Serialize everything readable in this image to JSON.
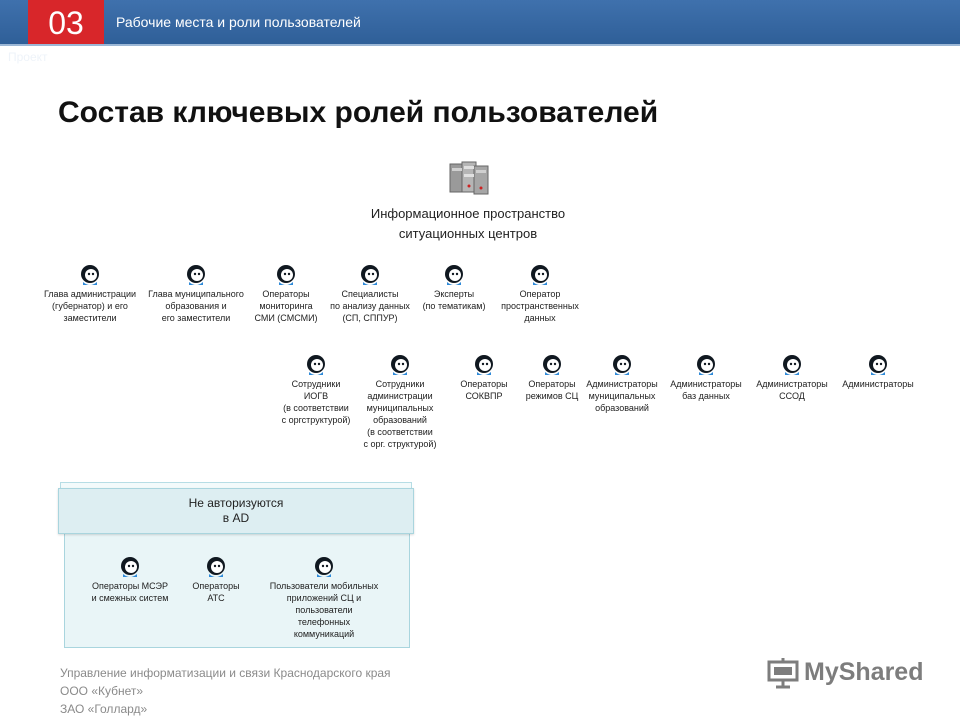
{
  "header": {
    "section_number": "03",
    "section_title": "Рабочие места и роли пользователей",
    "ghost_text": "Проект"
  },
  "slide": {
    "title": "Состав ключевых ролей пользователей",
    "root": {
      "icon": "server-icon",
      "label": "Информационное пространство\nситуационных центров"
    }
  },
  "roles_row1": [
    {
      "label": "Глава администрации\n(губернатор) и его\nзаместители",
      "icon": "user-icon"
    },
    {
      "label": "Глава муниципального\nобразования и\nего заместители",
      "icon": "user-icon"
    },
    {
      "label": "Операторы\nмониторинга\nСМИ (СМСМИ)",
      "icon": "user-icon"
    },
    {
      "label": "Специалисты\nпо анализу данных\n(СП, СППУР)",
      "icon": "user-icon"
    },
    {
      "label": "Эксперты\n(по тематикам)",
      "icon": "user-icon"
    },
    {
      "label": "Оператор\nпространственных\nданных",
      "icon": "user-icon"
    }
  ],
  "roles_row2": [
    {
      "label": "Сотрудники\nИОГВ\n(в соответствии\nс оргструктурой)",
      "icon": "user-icon"
    },
    {
      "label": "Сотрудники\nадминистрации\nмуниципальных\nобразований\n(в соответствии\nс орг. структурой)",
      "icon": "user-icon"
    },
    {
      "label": "Операторы\nСОКВПР",
      "icon": "user-icon"
    },
    {
      "label": "Операторы\nрежимов СЦ",
      "icon": "user-icon"
    },
    {
      "label": "Администраторы\nмуниципальных\nобразований",
      "icon": "user-icon"
    },
    {
      "label": "Администраторы\nбаз данных",
      "icon": "user-icon"
    },
    {
      "label": "Администраторы\nССОД",
      "icon": "user-icon"
    },
    {
      "label": "Администраторы",
      "icon": "user-icon"
    }
  ],
  "no_ad_group": {
    "title": "Не авторизуются\nв AD",
    "roles": [
      {
        "label": "Операторы МСЭР\nи смежных систем",
        "icon": "user-icon"
      },
      {
        "label": "Операторы\nАТС",
        "icon": "user-icon"
      },
      {
        "label": "Пользователи мобильных\nприложений СЦ и\nпользователи\nтелефонных\nкоммуникаций",
        "icon": "user-icon"
      }
    ]
  },
  "footer": {
    "lines": [
      "Управление информатизации и связи Краснодарского края",
      "ООО «Кубнет»",
      "ЗАО «Голлард»"
    ]
  },
  "brand": {
    "text": "MyShared",
    "icon": "presentation-icon"
  },
  "colors": {
    "header_blue": "#3a6aa5",
    "accent_red": "#d8262a",
    "panel_fill": "#e9f5f7",
    "panel_border": "#a9d5de",
    "user_icon_dark": "#101820",
    "user_icon_blue": "#2f8ad8"
  }
}
